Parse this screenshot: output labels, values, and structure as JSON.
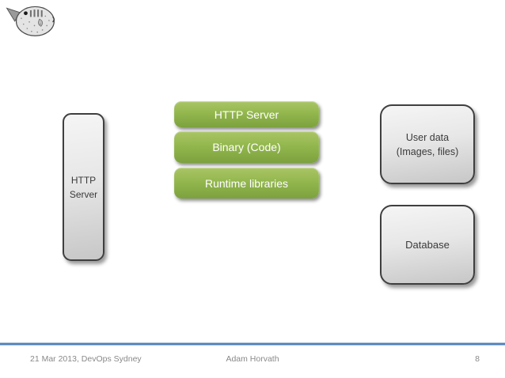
{
  "logo": {
    "name": "pufferfish"
  },
  "diagram": {
    "left_box": {
      "label": "HTTP Server"
    },
    "stack_boxes": [
      {
        "label": "HTTP Server"
      },
      {
        "label": "Binary (Code)"
      },
      {
        "label": "Runtime libraries"
      }
    ],
    "right_boxes": [
      {
        "lines": [
          "User data",
          "(Images, files)"
        ]
      },
      {
        "lines": [
          "Database"
        ]
      }
    ]
  },
  "footer": {
    "date": "21 Mar 2013, DevOps Sydney",
    "author": "Adam Horvath",
    "page_number": "8"
  },
  "colors": {
    "accent_line": "#4f81bd",
    "green_box_top": "#aac566",
    "green_box_bottom": "#7ca23e",
    "gray_box_light": "#f5f5f5",
    "gray_box_dark": "#c7c7c7",
    "box_border": "#3f3f3f",
    "box_text": "#3a3a3a",
    "footer_text": "#898989"
  }
}
